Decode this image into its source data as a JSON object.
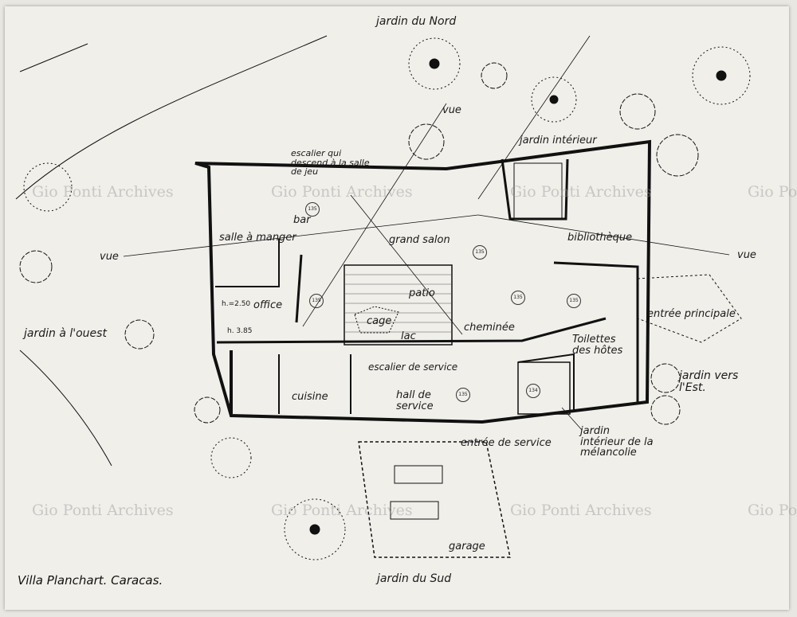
{
  "caption": "Villa Planchart. Caracas.",
  "watermark": "Gio Ponti Archives",
  "labels": {
    "jardin_nord": "jardin du Nord",
    "jardin_sud": "jardin du Sud",
    "jardin_ouest": "jardin à l'ouest",
    "jardin_est": "jardin vers\nl'Est.",
    "jardin_interieur": "jardin intérieur",
    "escalier_jeu": "escalier qui descend à la salle de jeu",
    "bar": "bar",
    "salle_a_manger": "salle à manger",
    "grand_salon": "grand salon",
    "bibliotheque": "bibliothèque",
    "office": "office",
    "patio": "patio",
    "cage": "cage",
    "lac": "lac",
    "cheminee": "cheminée",
    "entree_principale": "entrée principale",
    "escalier_service": "escalier de service",
    "toilettes": "Toilettes des hôtes",
    "cuisine": "cuisine",
    "hall_service": "hall de service",
    "jardin_melancolie": "jardin intérieur de la mélancolie",
    "entree_service": "entrée de service",
    "garage": "garage",
    "vue_nord": "vue",
    "vue_ouest": "vue",
    "vue_est": "vue",
    "h1": "h.=2.50",
    "h2": "h. 3.85"
  },
  "level_marks": [
    "135",
    "135",
    "135",
    "135",
    "135",
    "134",
    "135"
  ]
}
